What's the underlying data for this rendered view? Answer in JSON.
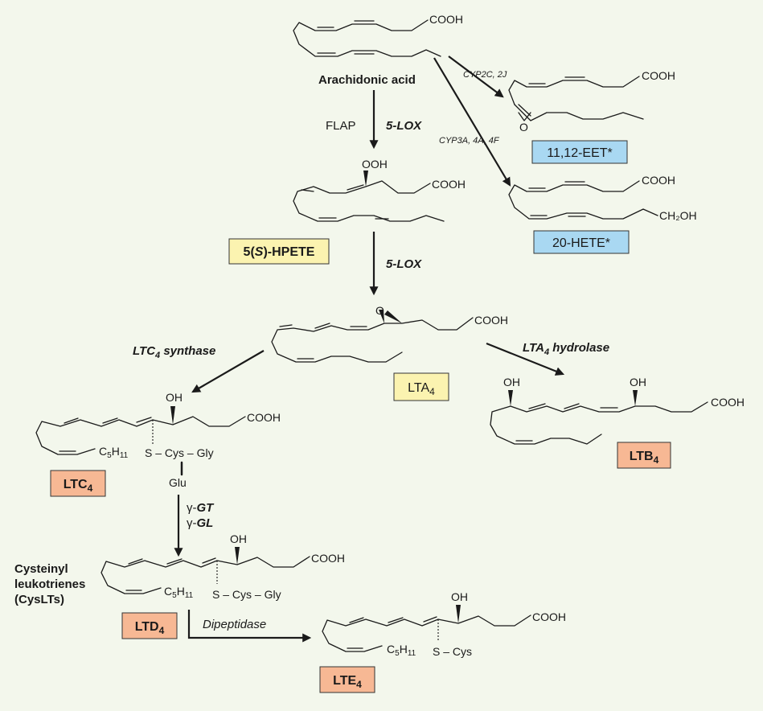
{
  "colors": {
    "background": "#f3f7ec",
    "yellow_box": "#fbf3b0",
    "blue_box": "#a9d8f2",
    "orange_box": "#f7b894",
    "ink": "#1a1a1a"
  },
  "compounds": {
    "arachidonic_acid": {
      "label": "Arachidonic acid",
      "group": "COOH"
    },
    "eet": {
      "label": "11,12-EET*",
      "group": "COOH",
      "epoxide": "O"
    },
    "hete": {
      "label": "20-HETE*",
      "group": "COOH",
      "group2": "CH₂OH"
    },
    "hpete": {
      "label_pre": "5(",
      "label_s": "S",
      "label_post": ")-HPETE",
      "group": "COOH",
      "oh": "OOH"
    },
    "lta4": {
      "label": "LTA",
      "sub": "4",
      "group": "COOH",
      "epoxide": "O"
    },
    "ltb4": {
      "label": "LTB",
      "sub": "4",
      "group": "COOH",
      "oh1": "OH",
      "oh2": "OH"
    },
    "ltc4": {
      "label": "LTC",
      "sub": "4",
      "group": "COOH",
      "oh": "OH",
      "c5": "C",
      "c5_sub": "5",
      "c5_h": "H",
      "c5_sub2": "11",
      "peptide": "S – Cys – Gly",
      "glu": "Glu"
    },
    "ltd4": {
      "label": "LTD",
      "sub": "4",
      "group": "COOH",
      "oh": "OH",
      "c5": "C",
      "c5_sub": "5",
      "c5_h": "H",
      "c5_sub2": "11",
      "peptide": "S – Cys – Gly"
    },
    "lte4": {
      "label": "LTE",
      "sub": "4",
      "group": "COOH",
      "oh": "OH",
      "c5": "C",
      "c5_sub": "5",
      "c5_h": "H",
      "c5_sub2": "11",
      "peptide": "S – Cys"
    }
  },
  "enzymes": {
    "flap": "FLAP",
    "lox1": "5-LOX",
    "lox2": "5-LOX",
    "cyp2c": "CYP2C, 2J",
    "cyp3a": "CYP3A, 4A, 4F",
    "ltc4_synthase_pre": "LTC",
    "ltc4_synthase_sub": "4",
    "ltc4_synthase_post": " synthase",
    "lta4_hydrolase_pre": "LTA",
    "lta4_hydrolase_sub": "4",
    "lta4_hydrolase_post": " hydrolase",
    "gamma_gt_g": "γ-",
    "gamma_gt": "GT",
    "gamma_gl_g": "γ-",
    "gamma_gl": "GL",
    "dipeptidase": "Dipeptidase"
  },
  "cysteinyl_label": [
    "Cysteinyl",
    "leukotrienes",
    "(CysLTs)"
  ]
}
